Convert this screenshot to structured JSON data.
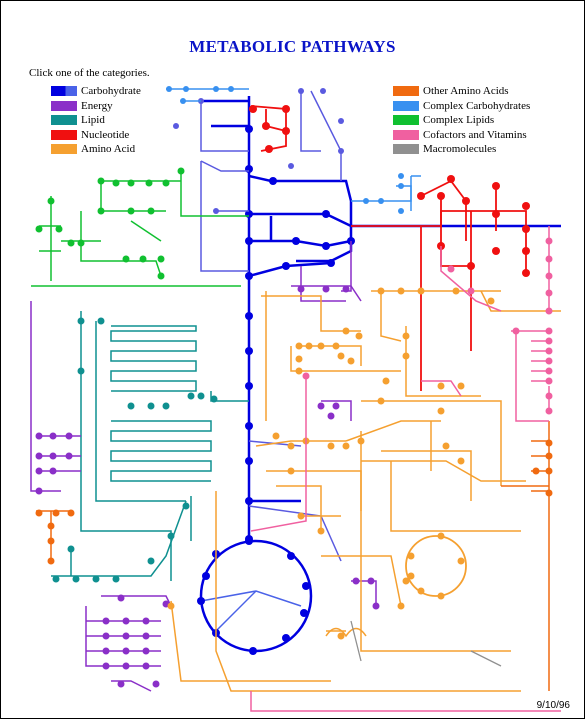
{
  "title": "METABOLIC PATHWAYS",
  "instruction": "Click one of the categories.",
  "date": "9/10/96",
  "legend_left": [
    {
      "label": "Carbohydrate",
      "color": "#0000e0",
      "color2": "#4a62e8"
    },
    {
      "label": "Energy",
      "color": "#8a2fc8"
    },
    {
      "label": "Lipid",
      "color": "#0f9090"
    },
    {
      "label": "Nucleotide",
      "color": "#f01010"
    },
    {
      "label": "Amino Acid",
      "color": "#f5a030"
    }
  ],
  "legend_right": [
    {
      "label": "Other Amino Acids",
      "color": "#f06a10"
    },
    {
      "label": "Complex Carbohydrates",
      "color": "#3890f0"
    },
    {
      "label": "Complex Lipids",
      "color": "#10c030"
    },
    {
      "label": "Cofactors and Vitamins",
      "color": "#f060a0"
    },
    {
      "label": "Macromolecules",
      "color": "#909090"
    }
  ]
}
